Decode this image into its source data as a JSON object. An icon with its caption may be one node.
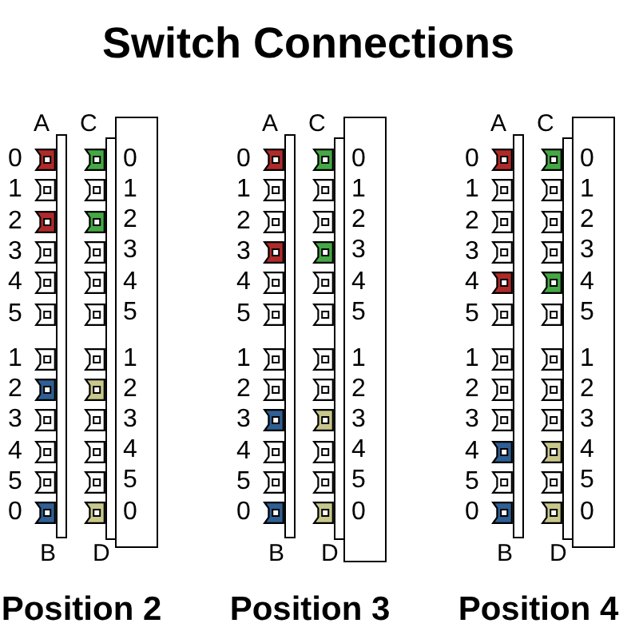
{
  "diagram": {
    "title": "Switch Connections",
    "nodes": [
      {
        "text": [
          "0",
          "1",
          "2",
          "3",
          "4",
          "5",
          "1",
          "2",
          "3",
          "4",
          "5",
          "0"
        ]
      },
      {
        "text": [
          "0",
          "1",
          "2",
          "3",
          "4",
          "5",
          "1",
          "2",
          "3",
          "4",
          "5",
          "0"
        ]
      },
      {
        "text": [
          "0",
          "1",
          "2",
          "3",
          "4",
          "5",
          "1",
          "2",
          "3",
          "4",
          "5",
          "0"
        ]
      }
    ],
    "labels": [
      "A",
      "C",
      "0",
      "1",
      "2",
      "3",
      "4",
      "5",
      "1",
      "2",
      "3",
      "4",
      "5",
      "0",
      "B",
      "D",
      "Position 2",
      "A",
      "C",
      "0",
      "1",
      "2",
      "3",
      "4",
      "5",
      "1",
      "2",
      "3",
      "4",
      "5",
      "0",
      "B",
      "D",
      "Position 3",
      "A",
      "C",
      "0",
      "1",
      "2",
      "3",
      "4",
      "5",
      "1",
      "2",
      "3",
      "4",
      "5",
      "0",
      "B",
      "D",
      "Position 4"
    ]
  }
}
